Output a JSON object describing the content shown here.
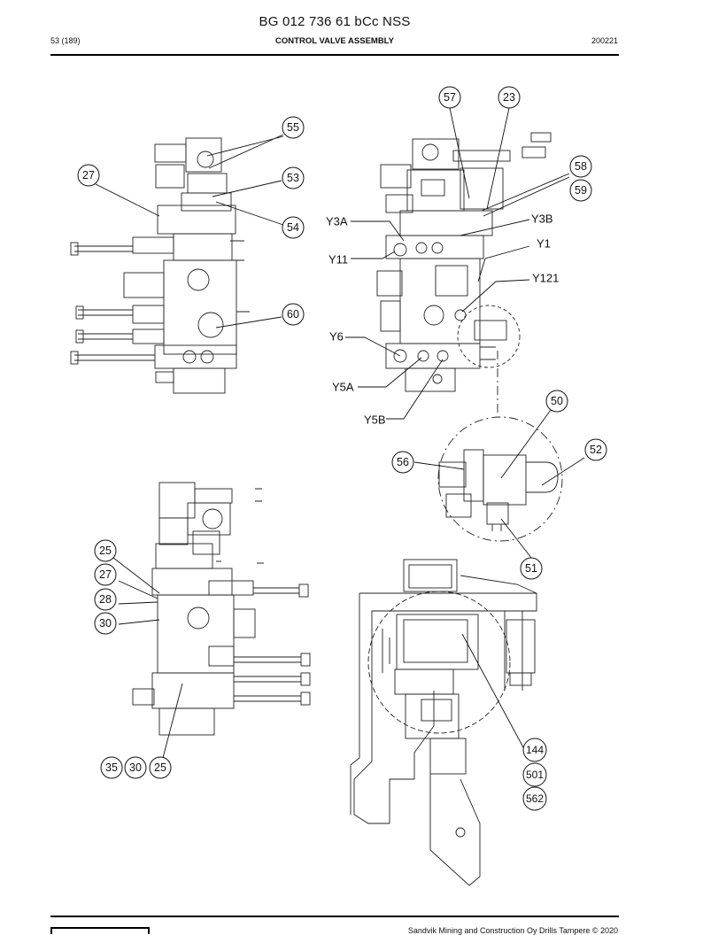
{
  "header": {
    "document_title": "BG 012 736 61 bCc NSS",
    "page_number": "53 (189)",
    "section_title": "CONTROL VALVE ASSEMBLY",
    "date": "200221"
  },
  "callouts": {
    "c57": "57",
    "c23": "23",
    "c55": "55",
    "c27a": "27",
    "c53": "53",
    "c54": "54",
    "c58": "58",
    "c59": "59",
    "c60": "60",
    "c50": "50",
    "c52": "52",
    "c56": "56",
    "c51": "51",
    "c25a": "25",
    "c27b": "27",
    "c28": "28",
    "c30a": "30",
    "c35": "35",
    "c30b": "30",
    "c25b": "25",
    "c144": "144",
    "c501": "501",
    "c562": "562"
  },
  "solenoid_labels": {
    "y3a": "Y3A",
    "y3b": "Y3B",
    "y1": "Y1",
    "y11": "Y11",
    "y121": "Y121",
    "y6": "Y6",
    "y5a": "Y5A",
    "y5b": "Y5B"
  },
  "footer": {
    "copyright": "Sandvik Mining and Construction Oy Drills Tampere © 2020"
  }
}
